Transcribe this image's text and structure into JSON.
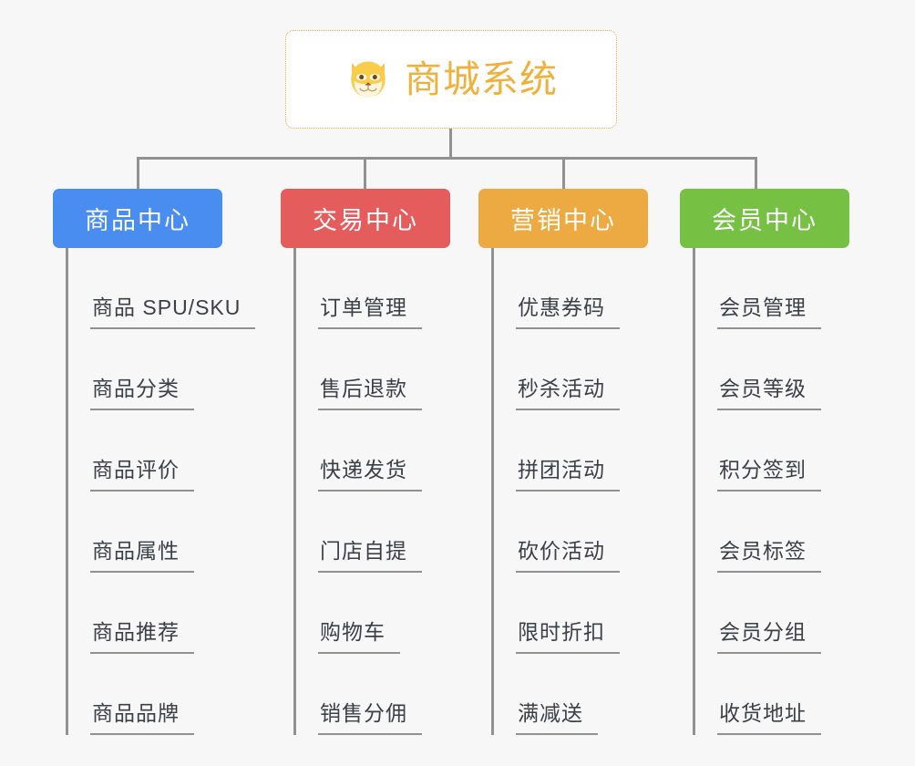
{
  "background_color": "#f7f7f7",
  "connector_color": "#919191",
  "root": {
    "title": "商城系统",
    "icon": "dog-face-emoji",
    "text_color": "#f0b03c",
    "border_color": "#e9a93f",
    "background_color": "#ffffff"
  },
  "columns": [
    {
      "title": "商品中心",
      "color": "#4a8df0",
      "items": [
        {
          "label": "商品 SPU/SKU"
        },
        {
          "label": "商品分类"
        },
        {
          "label": "商品评价"
        },
        {
          "label": "商品属性"
        },
        {
          "label": "商品推荐"
        },
        {
          "label": "商品品牌"
        }
      ]
    },
    {
      "title": "交易中心",
      "color": "#e45c5c",
      "items": [
        {
          "label": "订单管理"
        },
        {
          "label": "售后退款"
        },
        {
          "label": "快递发货"
        },
        {
          "label": "门店自提"
        },
        {
          "label": "购物车"
        },
        {
          "label": "销售分佣"
        }
      ]
    },
    {
      "title": "营销中心",
      "color": "#eeaa42",
      "items": [
        {
          "label": "优惠券码"
        },
        {
          "label": "秒杀活动"
        },
        {
          "label": "拼团活动"
        },
        {
          "label": "砍价活动"
        },
        {
          "label": "限时折扣"
        },
        {
          "label": "满减送"
        }
      ]
    },
    {
      "title": "会员中心",
      "color": "#76c043",
      "items": [
        {
          "label": "会员管理"
        },
        {
          "label": "会员等级"
        },
        {
          "label": "积分签到"
        },
        {
          "label": "会员标签"
        },
        {
          "label": "会员分组"
        },
        {
          "label": "收货地址"
        }
      ]
    }
  ]
}
